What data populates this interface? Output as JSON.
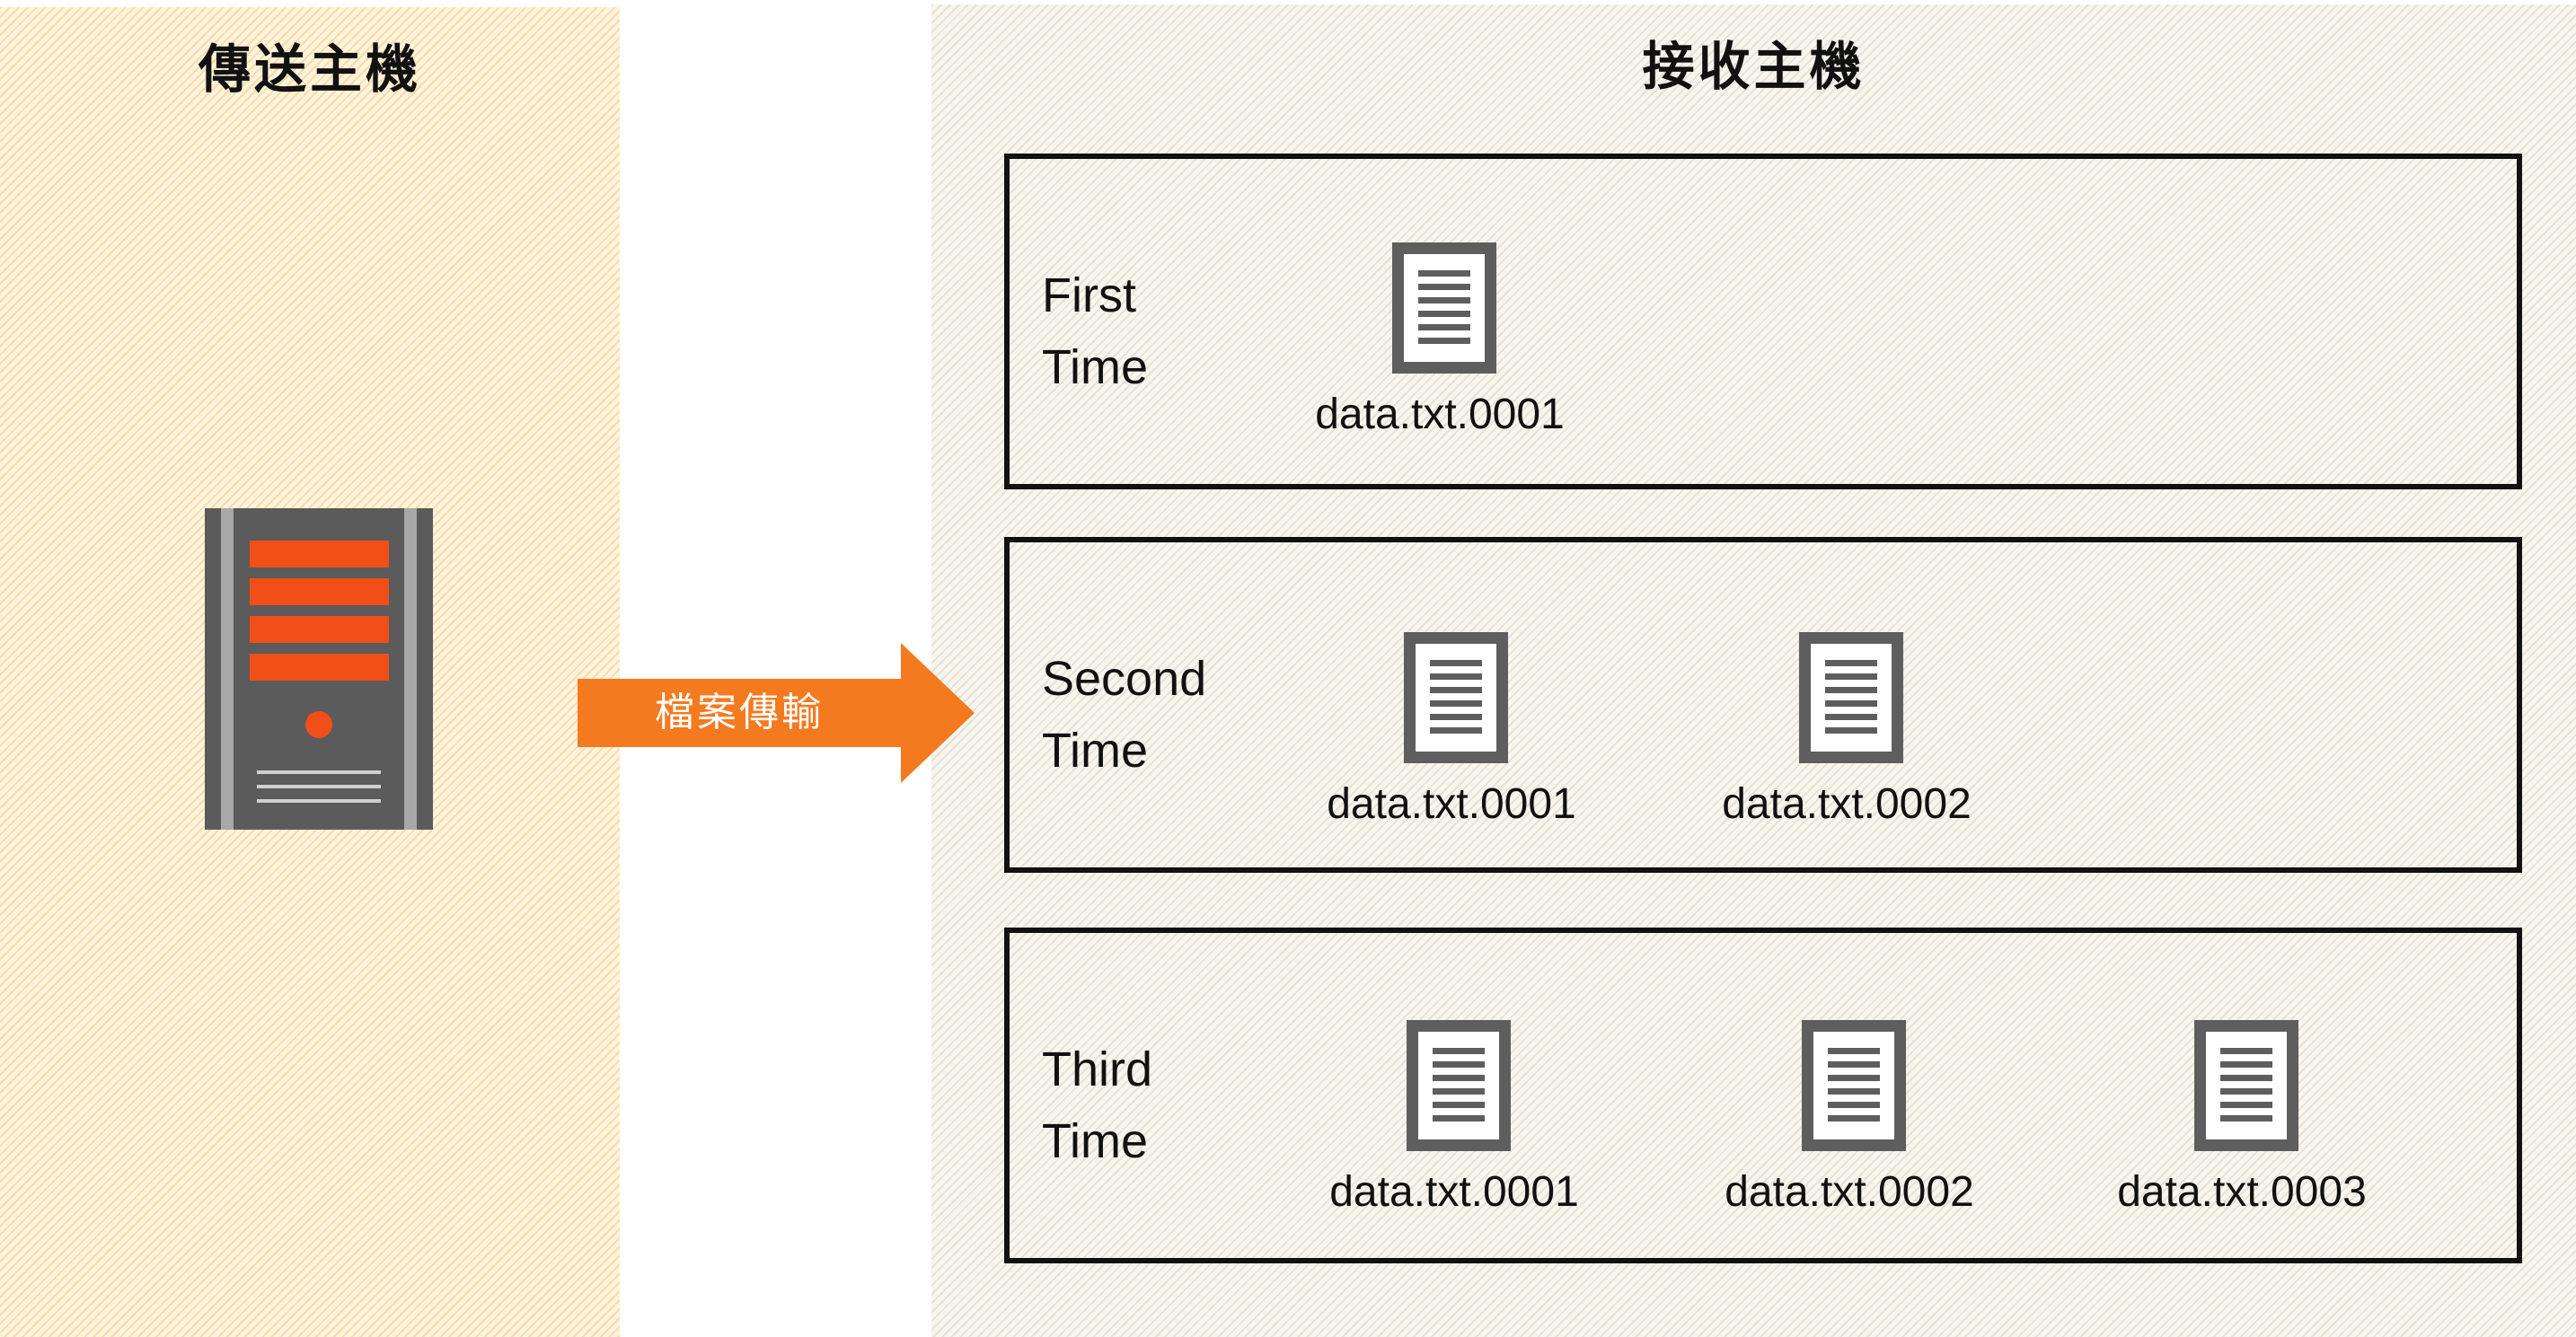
{
  "sender": {
    "title": "傳送主機"
  },
  "receiver": {
    "title": "接收主機"
  },
  "transfer": {
    "label": "檔案傳輸"
  },
  "colors": {
    "accent_orange": "#f47a20",
    "server_led": "#f24e18",
    "server_body": "#5b5b5b",
    "file_icon": "#5e5e5e",
    "box_border": "#111111"
  },
  "rounds": [
    {
      "label_line1": "First",
      "label_line2": "Time",
      "files": [
        "data.txt.0001"
      ]
    },
    {
      "label_line1": "Second",
      "label_line2": "Time",
      "files": [
        "data.txt.0001",
        "data.txt.0002"
      ]
    },
    {
      "label_line1": "Third",
      "label_line2": "Time",
      "files": [
        "data.txt.0001",
        "data.txt.0002",
        "data.txt.0003"
      ]
    }
  ]
}
